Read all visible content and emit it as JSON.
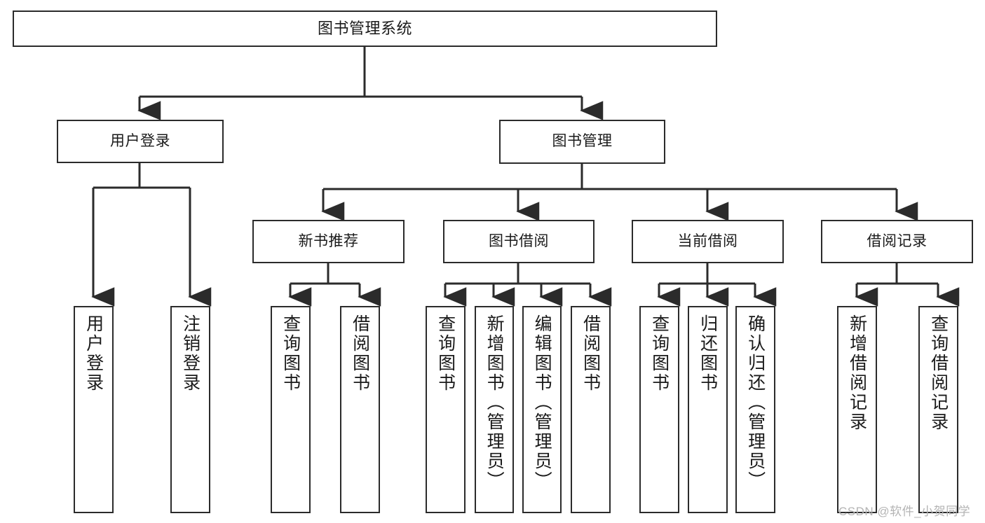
{
  "diagram": {
    "title": "图书管理系统",
    "type": "hierarchy-tree",
    "colors": {
      "box_border": "#2b2b2b",
      "box_fill": "#ffffff",
      "connector": "#2b2b2b",
      "background": "#ffffff",
      "watermark": "#b4b4b4"
    },
    "root": {
      "label": "图书管理系统"
    },
    "level2": [
      {
        "label": "用户登录"
      },
      {
        "label": "图书管理"
      }
    ],
    "level3": [
      {
        "label": "新书推荐"
      },
      {
        "label": "图书借阅"
      },
      {
        "label": "当前借阅"
      },
      {
        "label": "借阅记录"
      }
    ],
    "leaves": {
      "user_login": [
        {
          "label": "用户登录"
        },
        {
          "label": "注销登录"
        }
      ],
      "new_book_recommend": [
        {
          "label": "查询图书"
        },
        {
          "label": "借阅图书"
        }
      ],
      "book_borrow": [
        {
          "label": "查询图书"
        },
        {
          "label": "新增图书（管理员）"
        },
        {
          "label": "编辑图书（管理员）"
        },
        {
          "label": "借阅图书"
        }
      ],
      "current_borrow": [
        {
          "label": "查询图书"
        },
        {
          "label": "归还图书"
        },
        {
          "label": "确认归还（管理员）"
        }
      ],
      "borrow_record": [
        {
          "label": "新增借阅记录"
        },
        {
          "label": "查询借阅记录"
        }
      ]
    },
    "watermark": "CSDN @软件_小贺同学"
  }
}
